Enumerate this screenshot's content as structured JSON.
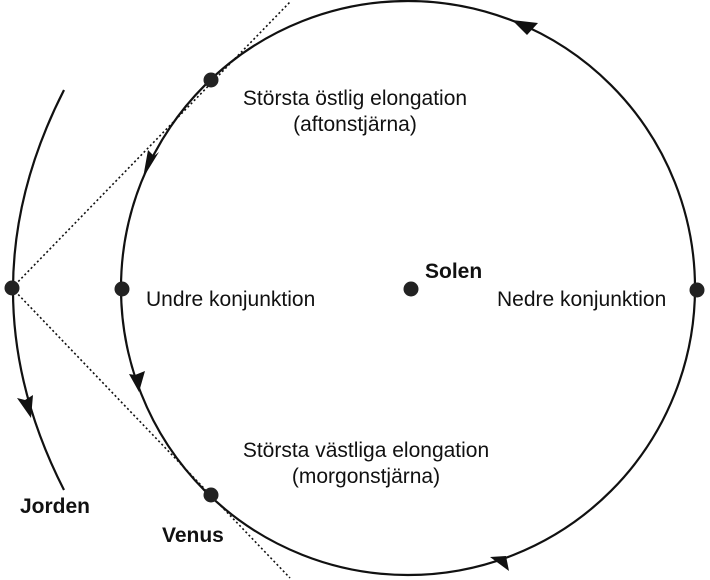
{
  "labels": {
    "sun": "Solen",
    "earth": "Jorden",
    "venus": "Venus",
    "inferior_conjunction": "Undre konjunktion",
    "superior_conjunction": "Nedre konjunktion",
    "greatest_east": {
      "line1": "Största östlig elongation",
      "line2": "(aftonstjärna)"
    },
    "greatest_west": {
      "line1": "Största västliga elongation",
      "line2": "(morgonstjärna)"
    }
  },
  "colors": {
    "ink": "#111111",
    "background": "#ffffff"
  }
}
